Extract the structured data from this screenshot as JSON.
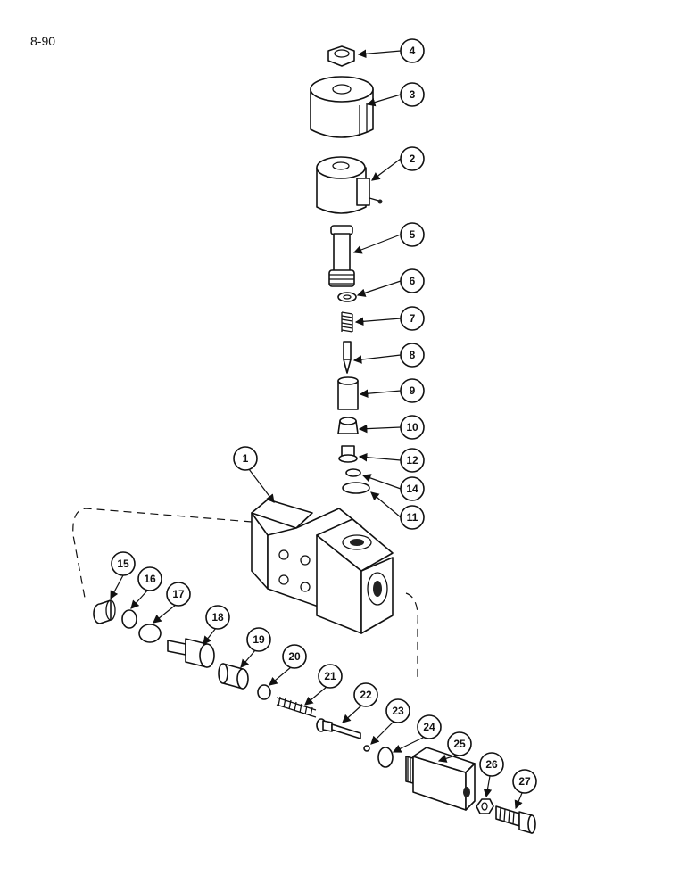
{
  "page": {
    "number": "8-90"
  },
  "callouts": [
    "1",
    "2",
    "3",
    "4",
    "5",
    "6",
    "7",
    "8",
    "9",
    "10",
    "11",
    "12",
    "14",
    "15",
    "16",
    "17",
    "18",
    "19",
    "20",
    "21",
    "22",
    "23",
    "24",
    "25",
    "26",
    "27"
  ]
}
